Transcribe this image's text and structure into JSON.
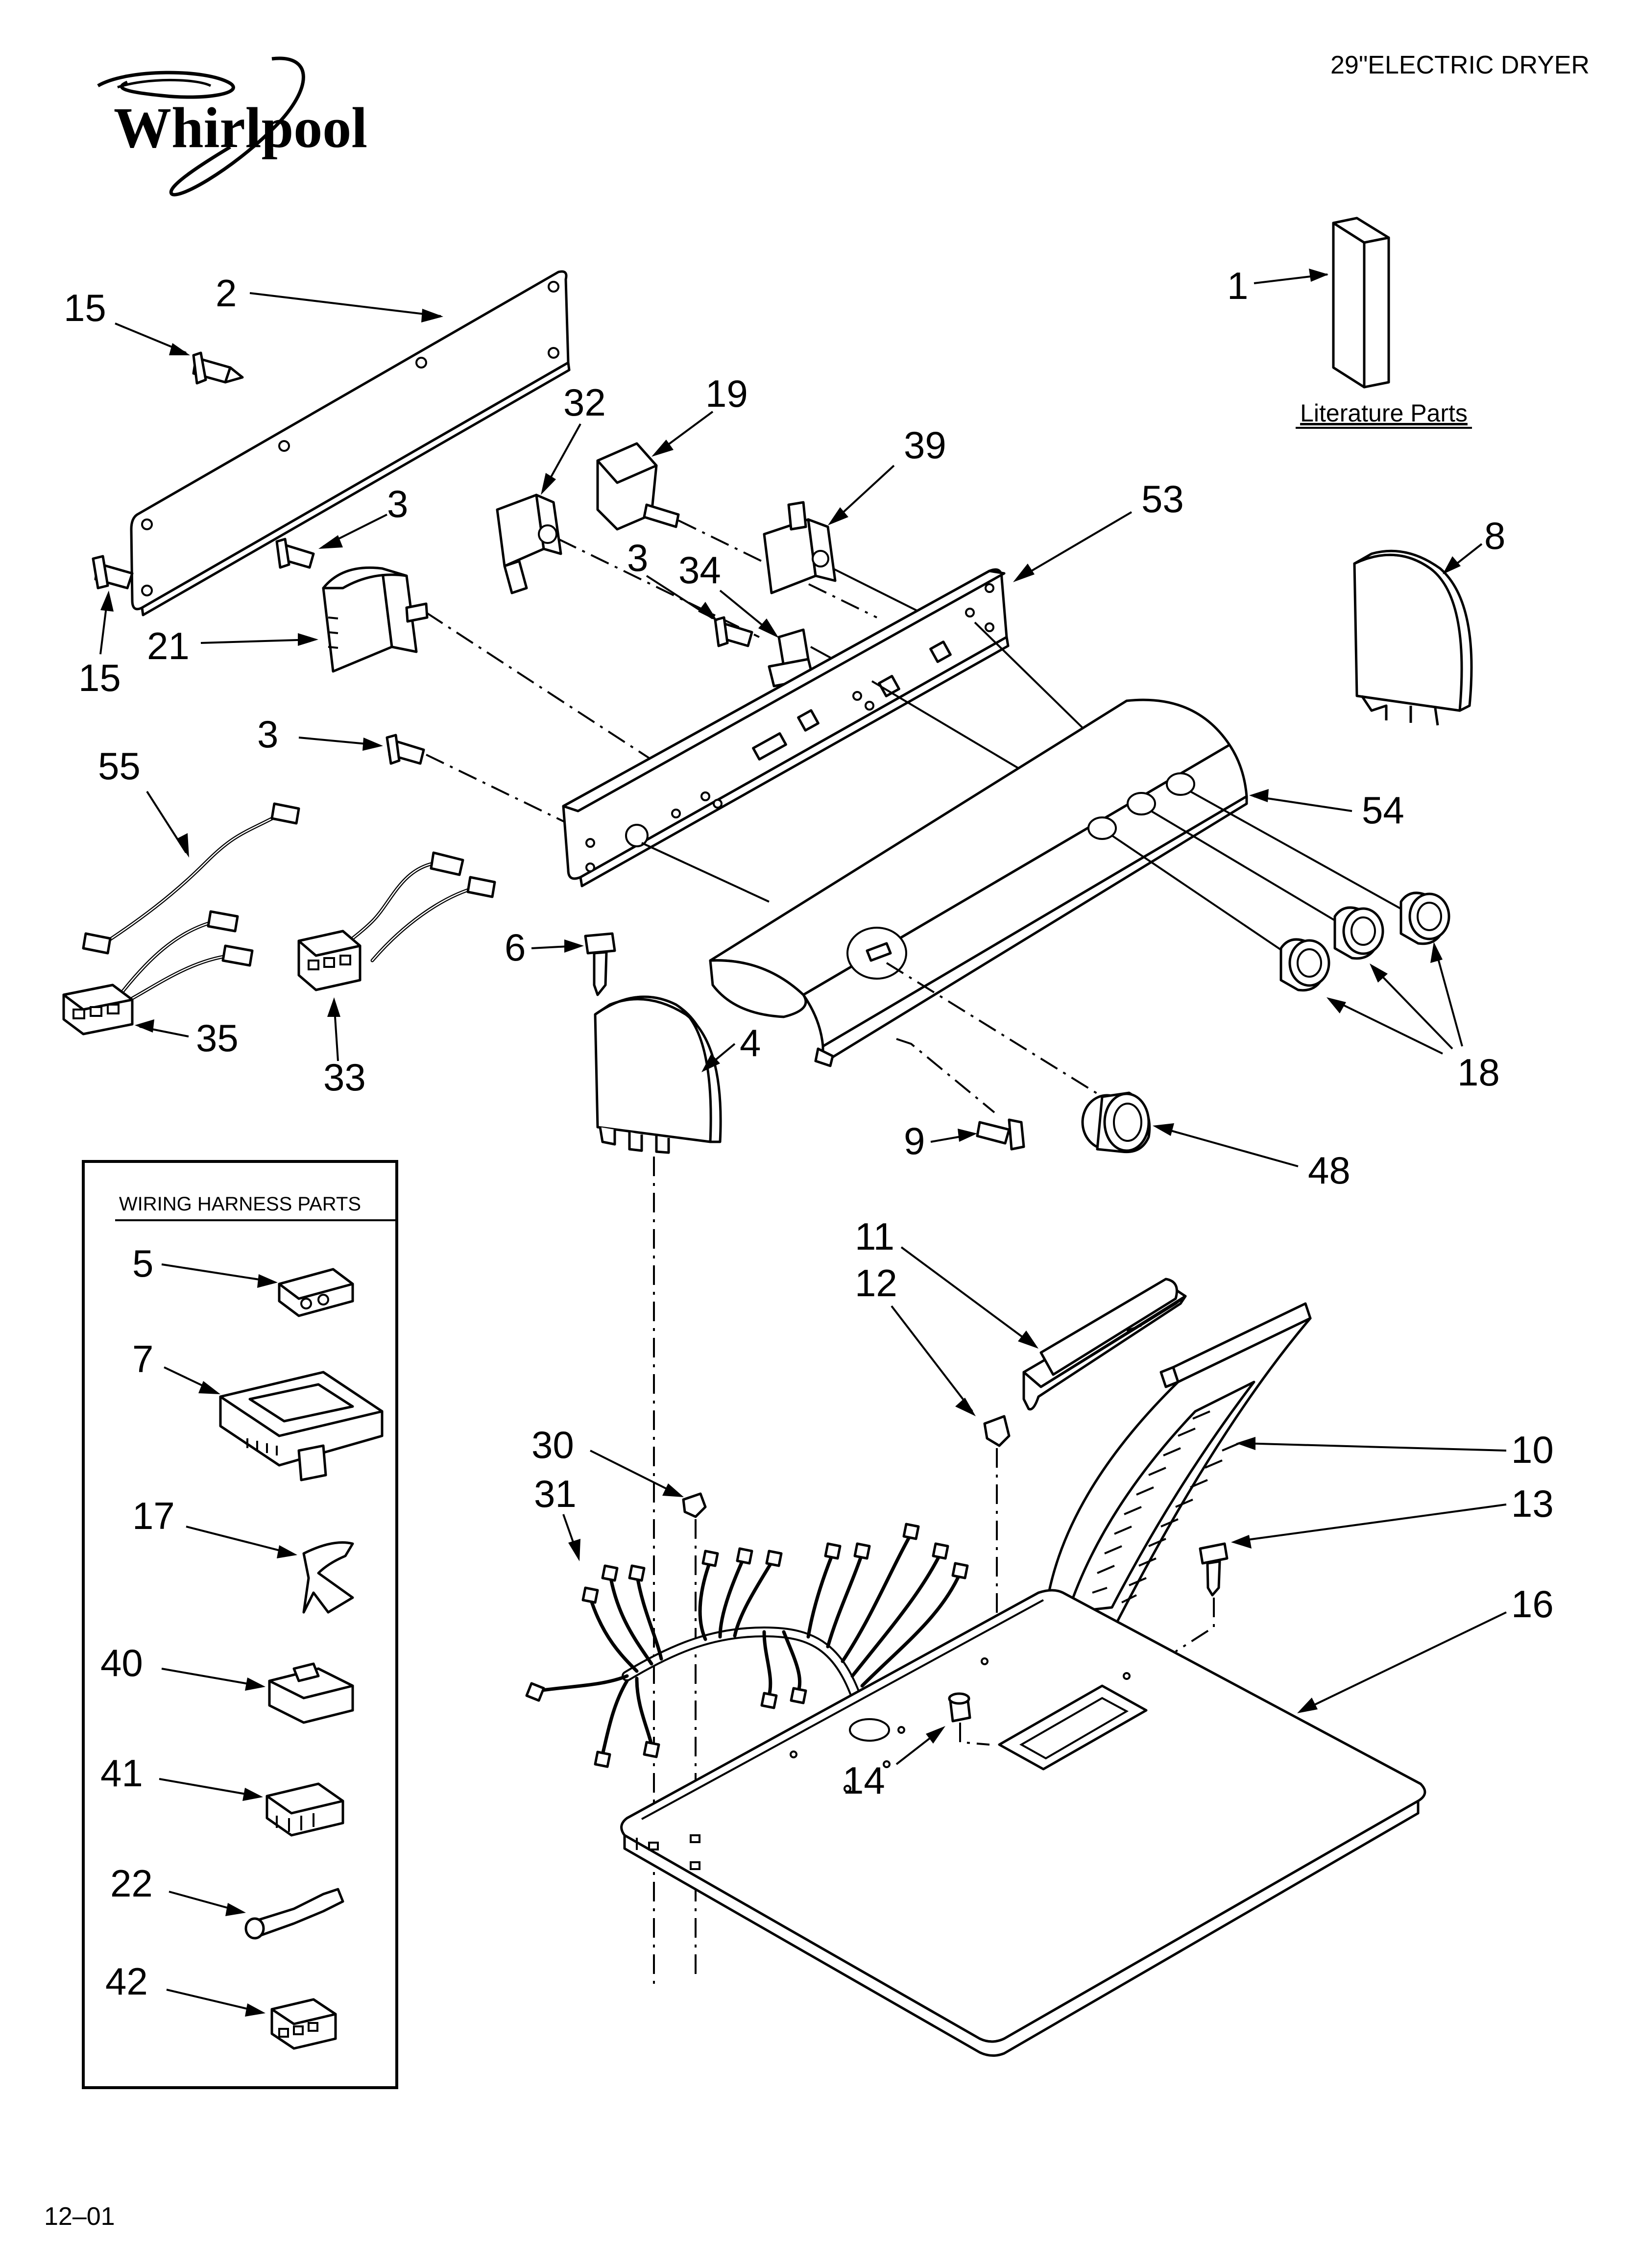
{
  "header": {
    "brand": "Whirlpool",
    "model_title": "29\"ELECTRIC DRYER",
    "date_code": "12–01"
  },
  "literature": {
    "label": "Literature Parts"
  },
  "wiring_box": {
    "title": "WIRING HARNESS PARTS"
  },
  "callouts": {
    "c1": "1",
    "c2": "2",
    "c3a": "3",
    "c3b": "3",
    "c3c": "3",
    "c4": "4",
    "c6": "6",
    "c8": "8",
    "c9": "9",
    "c10": "10",
    "c11": "11",
    "c12": "12",
    "c13": "13",
    "c14": "14",
    "c15a": "15",
    "c15b": "15",
    "c16": "16",
    "c18": "18",
    "c19": "19",
    "c21": "21",
    "c30": "30",
    "c31": "31",
    "c32": "32",
    "c33": "33",
    "c34": "34",
    "c35": "35",
    "c39": "39",
    "c48": "48",
    "c53": "53",
    "c54": "54",
    "c55": "55",
    "w5": "5",
    "w7": "7",
    "w17": "17",
    "w40": "40",
    "w41": "41",
    "w22": "22",
    "w42": "42"
  }
}
